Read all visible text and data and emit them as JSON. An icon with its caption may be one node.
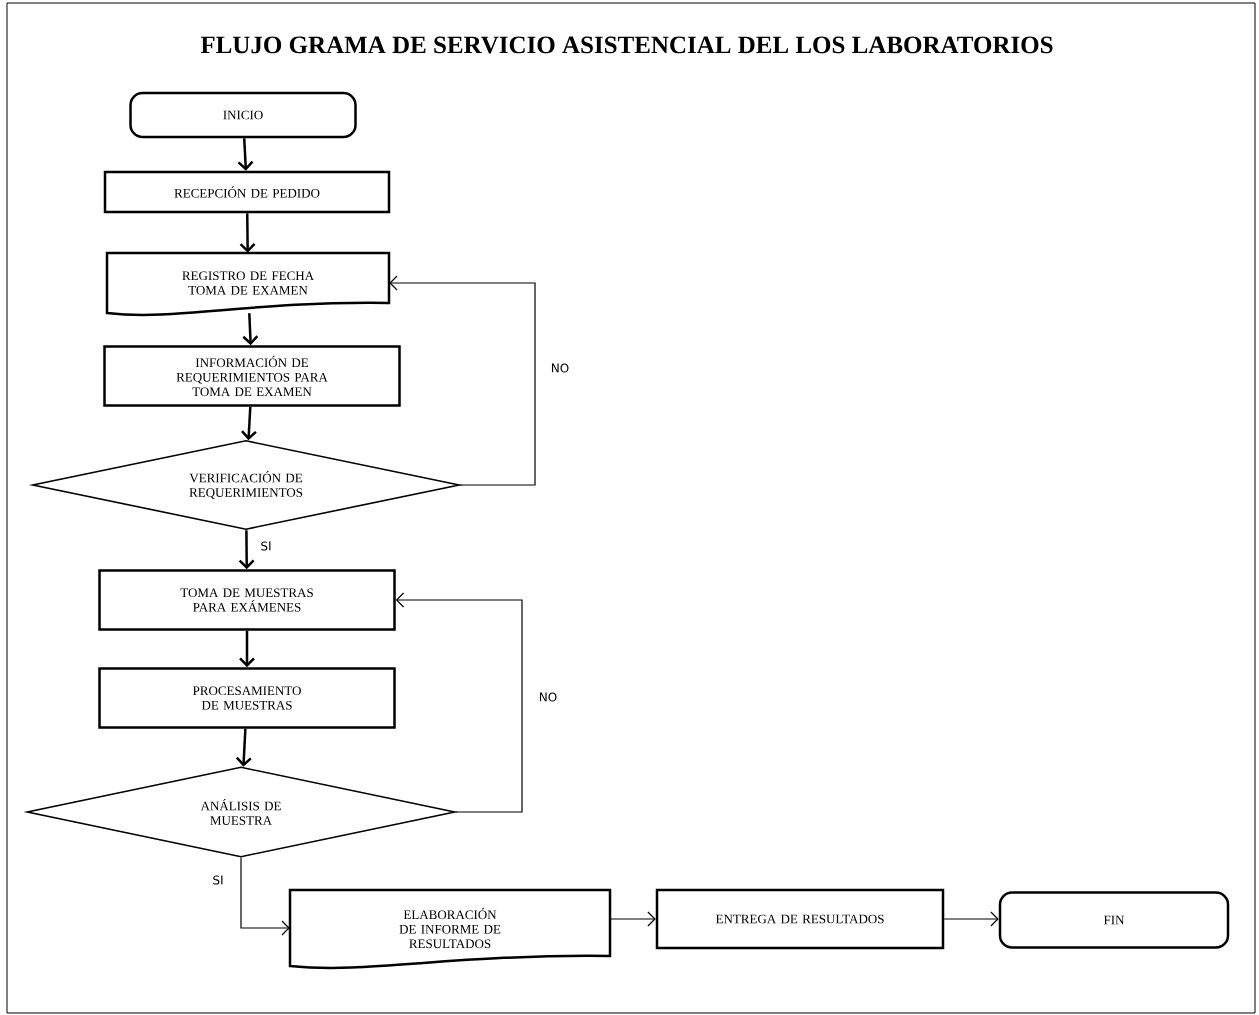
{
  "diagram": {
    "title": "FLUJO GRAMA DE SERVICIO ASISTENCIAL DEL LOS LABORATORIOS",
    "nodes": [
      {
        "text": [
          "INICIO"
        ]
      },
      {
        "text": [
          "RECEPCIÓN DE PEDIDO"
        ]
      },
      {
        "text": [
          "REGISTRO DE FECHA TOMA DE EXAMEN"
        ]
      },
      {
        "text": [
          "INFORMACIÓN DE REQUERIMIENTOS PARA TOMA DE EXAMEN"
        ]
      },
      {
        "text": [
          "VERIFICACIÓN DE REQUERIMIENTOS"
        ]
      },
      {
        "text": [
          "TOMA DE MUESTRAS PARA EXÁMENES"
        ]
      },
      {
        "text": [
          "PROCESAMIENTO DE MUESTRAS"
        ]
      },
      {
        "text": [
          "ANÁLISIS DE MUESTRA"
        ]
      },
      {
        "text": [
          "ELABORACIÓN DE INFORME DE RESULTADOS"
        ]
      },
      {
        "text": [
          "ENTREGA DE RESULTADOS"
        ]
      },
      {
        "text": [
          "FIN"
        ]
      }
    ],
    "edges": [
      {
        "from": 0,
        "to": 1,
        "arrow": "to"
      },
      {
        "from": 1,
        "to": 2,
        "arrow": "to"
      },
      {
        "from": 2,
        "to": 3,
        "arrow": "to"
      },
      {
        "from": 3,
        "to": 4,
        "arrow": "to"
      },
      {
        "from": 4,
        "to": 2,
        "arrow": "to",
        "label": "NO"
      },
      {
        "from": 4,
        "to": 5,
        "arrow": "to",
        "label": "SI"
      },
      {
        "from": 5,
        "to": 6,
        "arrow": "to"
      },
      {
        "from": 6,
        "to": 7,
        "arrow": "to"
      },
      {
        "from": 7,
        "to": 5,
        "arrow": "to",
        "label": "NO"
      },
      {
        "from": 7,
        "to": 8,
        "arrow": "to",
        "label": "SI"
      },
      {
        "from": 8,
        "to": 9,
        "arrow": "to"
      },
      {
        "from": 9,
        "to": 10,
        "arrow": "to"
      }
    ]
  }
}
